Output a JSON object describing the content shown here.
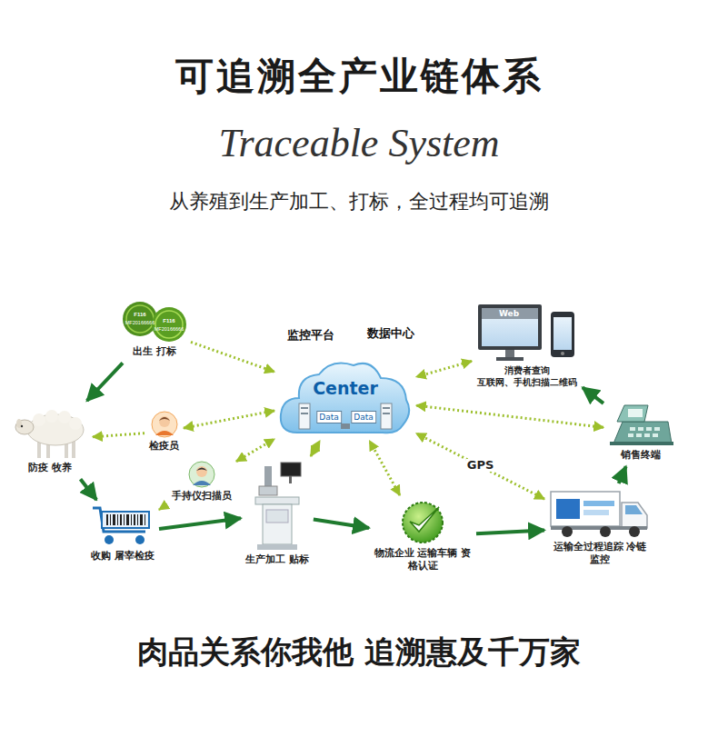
{
  "diagram": {
    "title": "可追溯全产业链体系",
    "caption": "肉品关系你我他 追溯惠及千万家",
    "nodes": [
      {
        "text": [
          "出生 打标"
        ]
      },
      {
        "text": [
          "防疫 牧养"
        ]
      },
      {
        "text": [
          "检疫员"
        ]
      },
      {
        "text": [
          "手持仪扫描员"
        ]
      },
      {
        "text": [
          "收购 屠宰检疫"
        ]
      },
      {
        "text": [
          "生产加工 贴标"
        ]
      },
      {
        "text": [
          "Center",
          "Data",
          "Data"
        ]
      },
      {
        "text": [
          "物流企业 运输车辆 资格认证"
        ]
      },
      {
        "text": [
          "运输全过程追踪 冷链监控"
        ]
      },
      {
        "text": [
          "销售终端"
        ]
      },
      {
        "text": [
          "消费者查询",
          "互联网、手机扫描二维码"
        ]
      }
    ],
    "edges": [
      {
        "from": 0,
        "to": 1,
        "arrow": "to"
      },
      {
        "from": 1,
        "to": 4,
        "arrow": "to"
      },
      {
        "from": 4,
        "to": 5,
        "arrow": "to"
      },
      {
        "from": 5,
        "to": 7,
        "arrow": "to"
      },
      {
        "from": 7,
        "to": 8,
        "arrow": "to"
      },
      {
        "from": 8,
        "to": 9,
        "arrow": "to"
      },
      {
        "from": 9,
        "to": 10,
        "arrow": "to"
      },
      {
        "from": 0,
        "to": 6,
        "arrow": "to"
      },
      {
        "from": 2,
        "to": 1,
        "arrow": "to"
      },
      {
        "from": 2,
        "to": 6,
        "arrow": "both"
      },
      {
        "from": 3,
        "to": 4,
        "arrow": "to"
      },
      {
        "from": 3,
        "to": 6,
        "arrow": "both"
      },
      {
        "from": 5,
        "to": 6,
        "arrow": "both"
      },
      {
        "from": 7,
        "to": 6,
        "arrow": "both"
      },
      {
        "from": 8,
        "to": 6,
        "label": "GPS",
        "arrow": "both"
      },
      {
        "from": 9,
        "to": 6,
        "arrow": "both"
      },
      {
        "from": 10,
        "to": 6,
        "arrow": "both"
      }
    ],
    "labels": [
      "Traceable System",
      "从养殖到生产加工、打标，全过程均可追溯",
      "监控平台",
      "数据中心",
      "F116",
      "MF20166666",
      "F116",
      "MF20166666",
      "Web"
    ]
  }
}
